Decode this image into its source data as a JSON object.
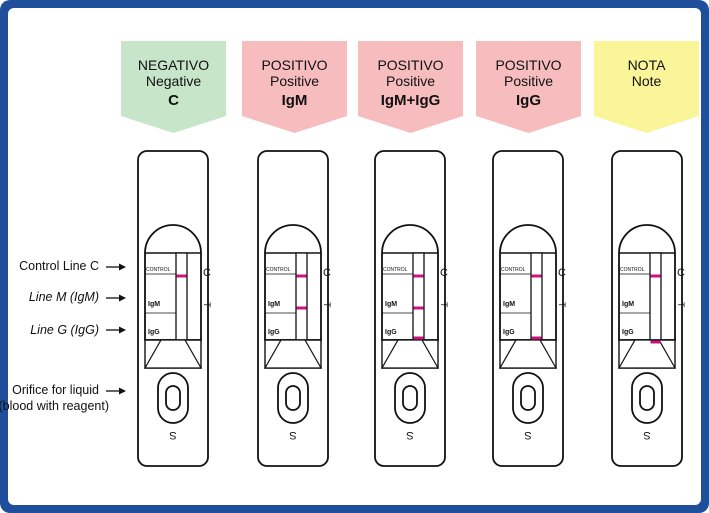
{
  "headers": [
    {
      "line1": "NEGATIVO",
      "line2": "Negative",
      "line3": "C",
      "color": "#c7e5c8"
    },
    {
      "line1": "POSITIVO",
      "line2": "Positive",
      "line3": "IgM",
      "color": "#f6bcbe"
    },
    {
      "line1": "POSITIVO",
      "line2": "Positive",
      "line3": "IgM+IgG",
      "color": "#f6bcbe"
    },
    {
      "line1": "POSITIVO",
      "line2": "Positive",
      "line3": "IgG",
      "color": "#f6bcbe"
    },
    {
      "line1": "NOTA",
      "line2": "Note",
      "line3": "",
      "color": "#fbf59a"
    }
  ],
  "left_labels": {
    "control": "Control Line C",
    "line_m": "Line M (IgM)",
    "line_g": "Line G (IgG)",
    "orifice_1": "Orifice for liquid",
    "orifice_2": "(blood with reagent)"
  },
  "device_labels": {
    "control": "CONTROL",
    "igm": "IgM",
    "igg": "IgG",
    "c": "C",
    "t": "T",
    "s": "S"
  },
  "devices": [
    {
      "control": true,
      "igm": false,
      "igg": false,
      "below": false
    },
    {
      "control": true,
      "igm": true,
      "igg": false,
      "below": false
    },
    {
      "control": true,
      "igm": true,
      "igg": true,
      "below": false
    },
    {
      "control": true,
      "igm": false,
      "igg": true,
      "below": false
    },
    {
      "control": true,
      "igm": false,
      "igg": false,
      "below": true
    }
  ],
  "colors": {
    "frame": "#1f4e9a",
    "result_line": "#c8157c",
    "negative": "#c7e5c8",
    "positive": "#f6bcbe",
    "note": "#fbf59a"
  }
}
